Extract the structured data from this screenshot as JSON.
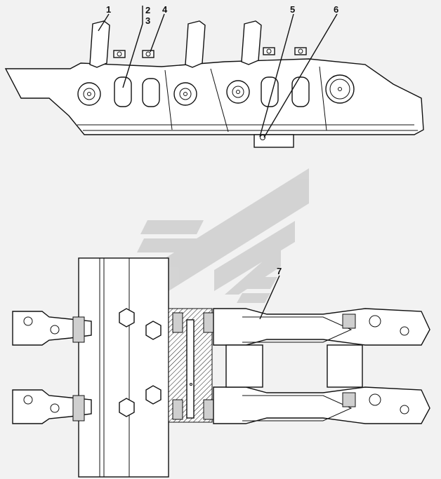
{
  "callouts": {
    "c1": "1",
    "c2": "2",
    "c3": "3",
    "c4": "4",
    "c5": "5",
    "c6": "6",
    "c7": "7"
  },
  "watermark": {
    "color": "#d2d2d2"
  }
}
